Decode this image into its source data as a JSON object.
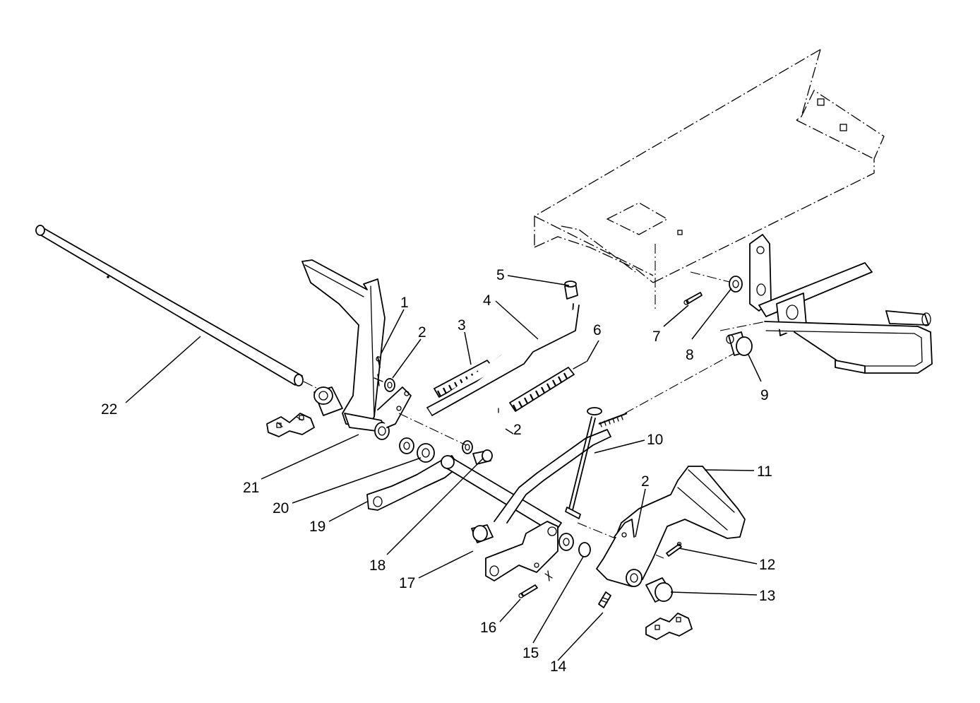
{
  "diagram": {
    "callouts": [
      {
        "id": "c1",
        "text": "1"
      },
      {
        "id": "c2a",
        "text": "2"
      },
      {
        "id": "c2b",
        "text": "2"
      },
      {
        "id": "c2c",
        "text": "2"
      },
      {
        "id": "c3",
        "text": "3"
      },
      {
        "id": "c4",
        "text": "4"
      },
      {
        "id": "c5",
        "text": "5"
      },
      {
        "id": "c6",
        "text": "6"
      },
      {
        "id": "c7",
        "text": "7"
      },
      {
        "id": "c8",
        "text": "8"
      },
      {
        "id": "c9",
        "text": "9"
      },
      {
        "id": "c10",
        "text": "10"
      },
      {
        "id": "c11",
        "text": "11"
      },
      {
        "id": "c12",
        "text": "12"
      },
      {
        "id": "c13",
        "text": "13"
      },
      {
        "id": "c14",
        "text": "14"
      },
      {
        "id": "c15",
        "text": "15"
      },
      {
        "id": "c16",
        "text": "16"
      },
      {
        "id": "c17",
        "text": "17"
      },
      {
        "id": "c18",
        "text": "18"
      },
      {
        "id": "c19",
        "text": "19"
      },
      {
        "id": "c20",
        "text": "20"
      },
      {
        "id": "c21",
        "text": "21"
      },
      {
        "id": "c22",
        "text": "22"
      }
    ]
  }
}
